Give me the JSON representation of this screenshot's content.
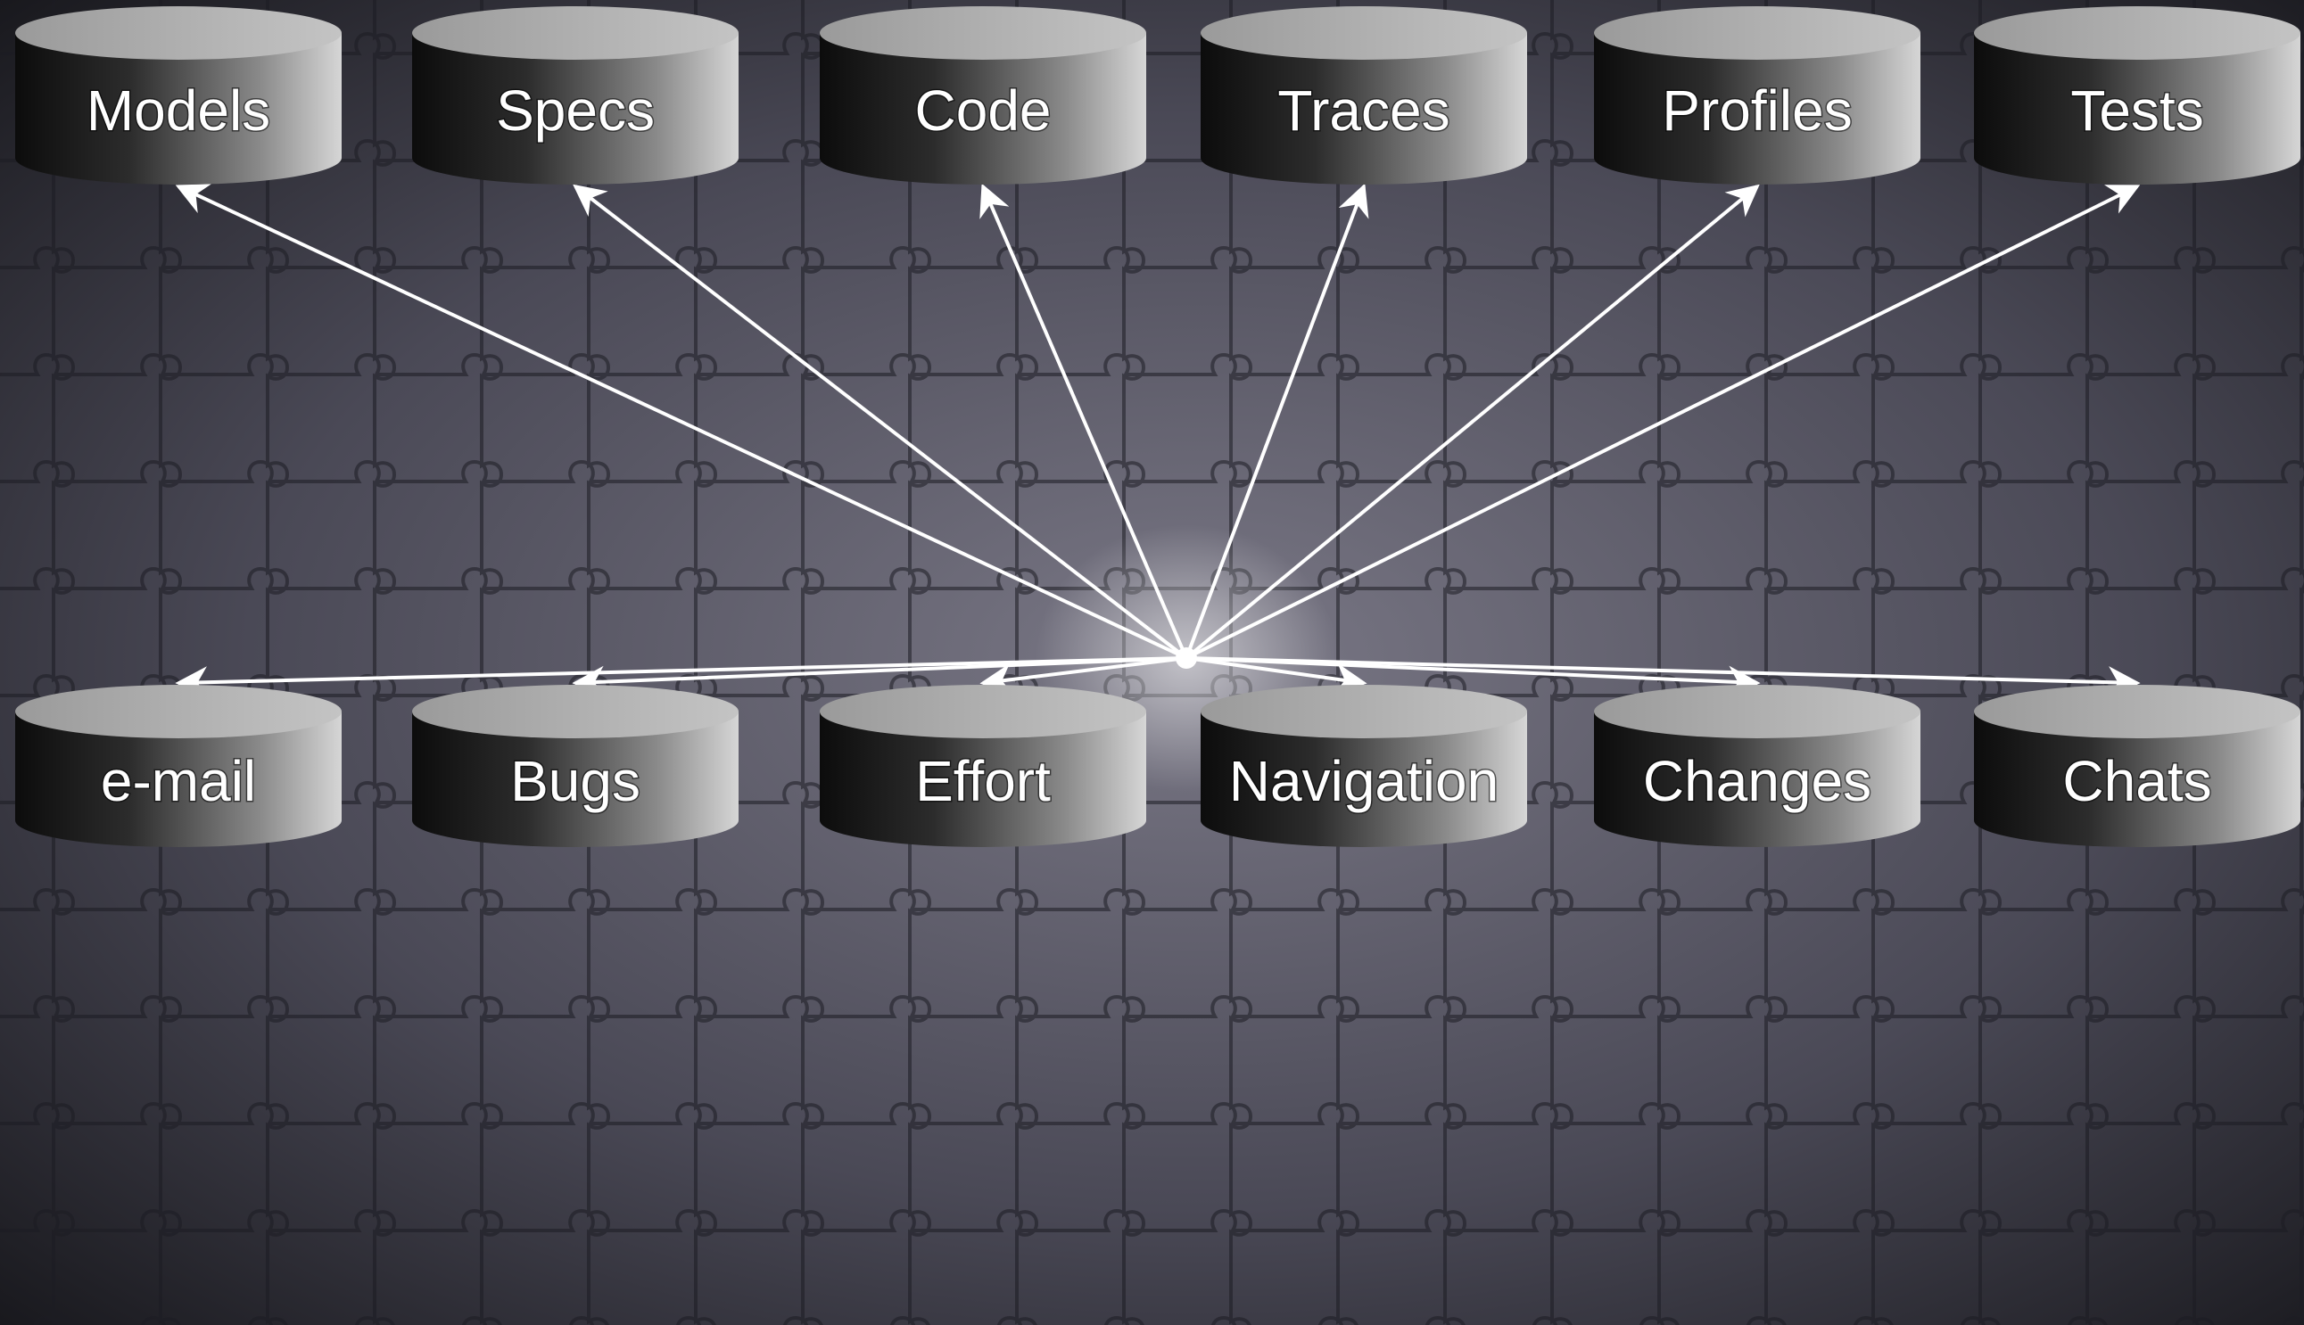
{
  "diagram": {
    "top_sources": [
      {
        "id": "models",
        "label": "Models"
      },
      {
        "id": "specs",
        "label": "Specs"
      },
      {
        "id": "code",
        "label": "Code"
      },
      {
        "id": "traces",
        "label": "Traces"
      },
      {
        "id": "profiles",
        "label": "Profiles"
      },
      {
        "id": "tests",
        "label": "Tests"
      }
    ],
    "bottom_sources": [
      {
        "id": "e-mail",
        "label": "e-mail"
      },
      {
        "id": "bugs",
        "label": "Bugs"
      },
      {
        "id": "effort",
        "label": "Effort"
      },
      {
        "id": "navigation",
        "label": "Navigation"
      },
      {
        "id": "changes",
        "label": "Changes"
      },
      {
        "id": "chats",
        "label": "Chats"
      }
    ],
    "arrow_color": "#ffffff",
    "background_motif": "jigsaw-puzzle",
    "colors": {
      "background_center": "#7a7886",
      "background_edge": "#141418",
      "cylinder_light": "#d4d4d4",
      "cylinder_dark": "#111111",
      "cylinder_top": "#b8b8b8"
    }
  }
}
